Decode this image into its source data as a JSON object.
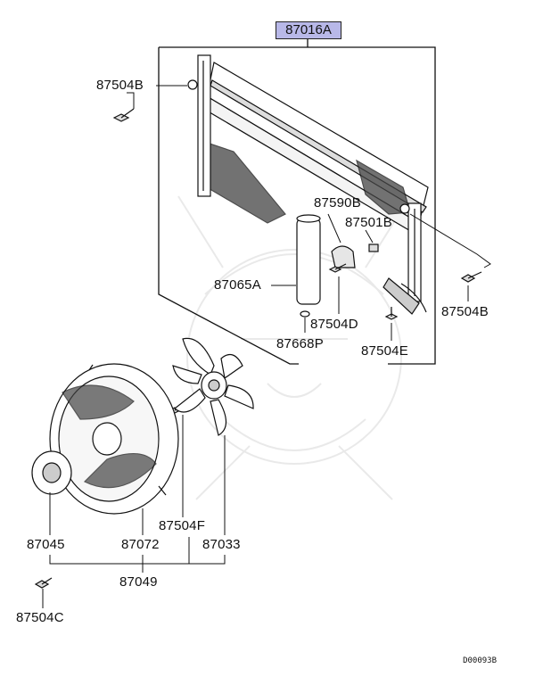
{
  "diagram": {
    "title_part": "87016A",
    "drawing_code": "D00093B",
    "parts": {
      "p87504B_left": "87504B",
      "p87504B_right": "87504B",
      "p87590B": "87590B",
      "p87501B": "87501B",
      "p87065A": "87065A",
      "p87504D": "87504D",
      "p87668P": "87668P",
      "p87504E": "87504E",
      "p87504F": "87504F",
      "p87045": "87045",
      "p87072": "87072",
      "p87033": "87033",
      "p87049": "87049",
      "p87504C": "87504C"
    }
  }
}
